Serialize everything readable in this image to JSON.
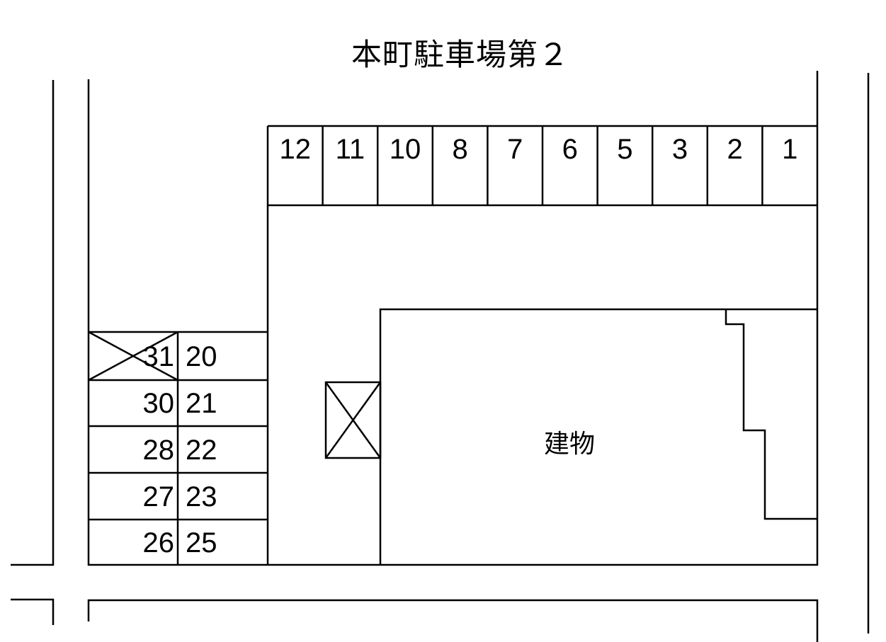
{
  "title": "本町駐車場第２",
  "colors": {
    "background": "#ffffff",
    "line": "#000000",
    "text": "#000000"
  },
  "lot": {
    "top_row": {
      "cells": [
        "12",
        "11",
        "10",
        "8",
        "7",
        "6",
        "5",
        "3",
        "2",
        "1"
      ]
    },
    "left_block": {
      "rows": [
        {
          "left": "31",
          "right": "20",
          "left_crossed_out": true
        },
        {
          "left": "30",
          "right": "21"
        },
        {
          "left": "28",
          "right": "22"
        },
        {
          "left": "27",
          "right": "23"
        },
        {
          "left": "26",
          "right": "25"
        }
      ]
    },
    "blocked_box": {
      "crossed_out": true
    },
    "building": {
      "label": "建物"
    }
  }
}
